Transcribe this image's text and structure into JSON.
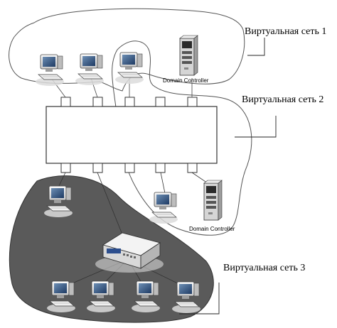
{
  "labels": {
    "vnet1": "Виртуальная сеть 1",
    "vnet2": "Виртуальная сеть 2",
    "vnet3": "Виртуальная сеть 3",
    "dc_top": "Domain Controller",
    "dc_bottom": "Domain Controller"
  },
  "colors": {
    "region": "#5a5a5a",
    "switch_border": "#333333",
    "boundary": "#555555"
  }
}
